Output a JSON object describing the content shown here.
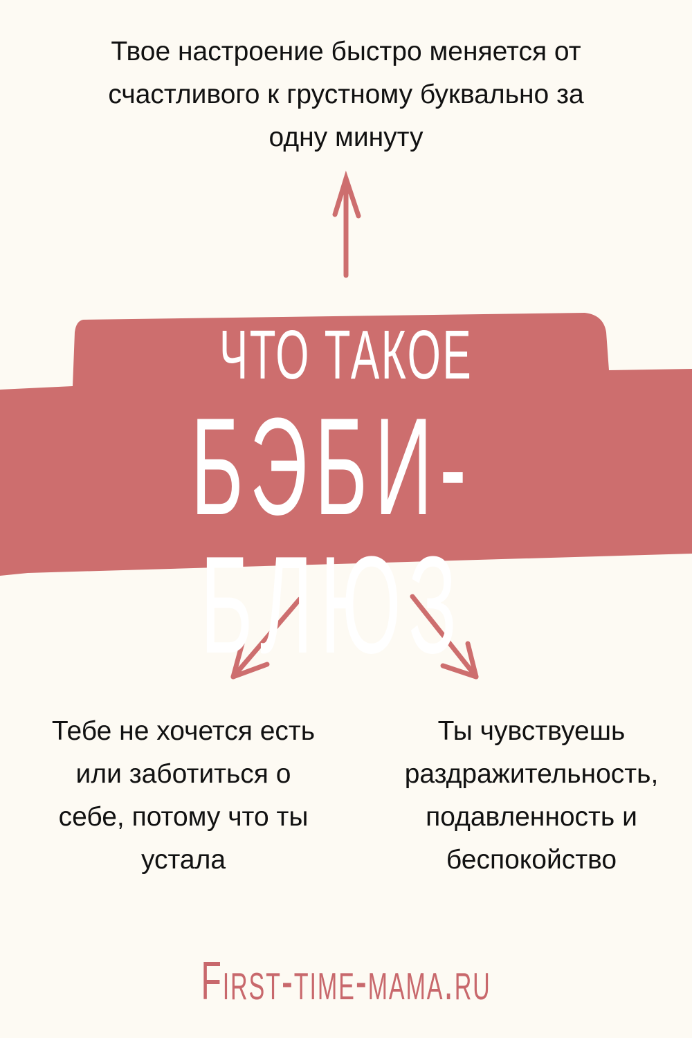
{
  "top_text": {
    "lines": [
      "Твое настроение быстро меняется от",
      "счастливого к грустному буквально за",
      "одну минуту"
    ]
  },
  "banner": {
    "line1": "ЧТО ТАКОЕ",
    "line2": "БЭБИ-БЛЮЗ"
  },
  "left_text": {
    "lines": [
      "Тебе не хочется есть",
      "или заботиться о",
      "себе, потому что ты",
      "устала"
    ]
  },
  "right_text": {
    "lines": [
      "Ты чувствуешь",
      "раздражительность,",
      "подавленность и",
      "беспокойство"
    ]
  },
  "footer": {
    "site": "First-time-mama.ru"
  },
  "colors": {
    "accent": "#cd6e6e",
    "background": "#fdfaf3",
    "text": "#111111"
  }
}
